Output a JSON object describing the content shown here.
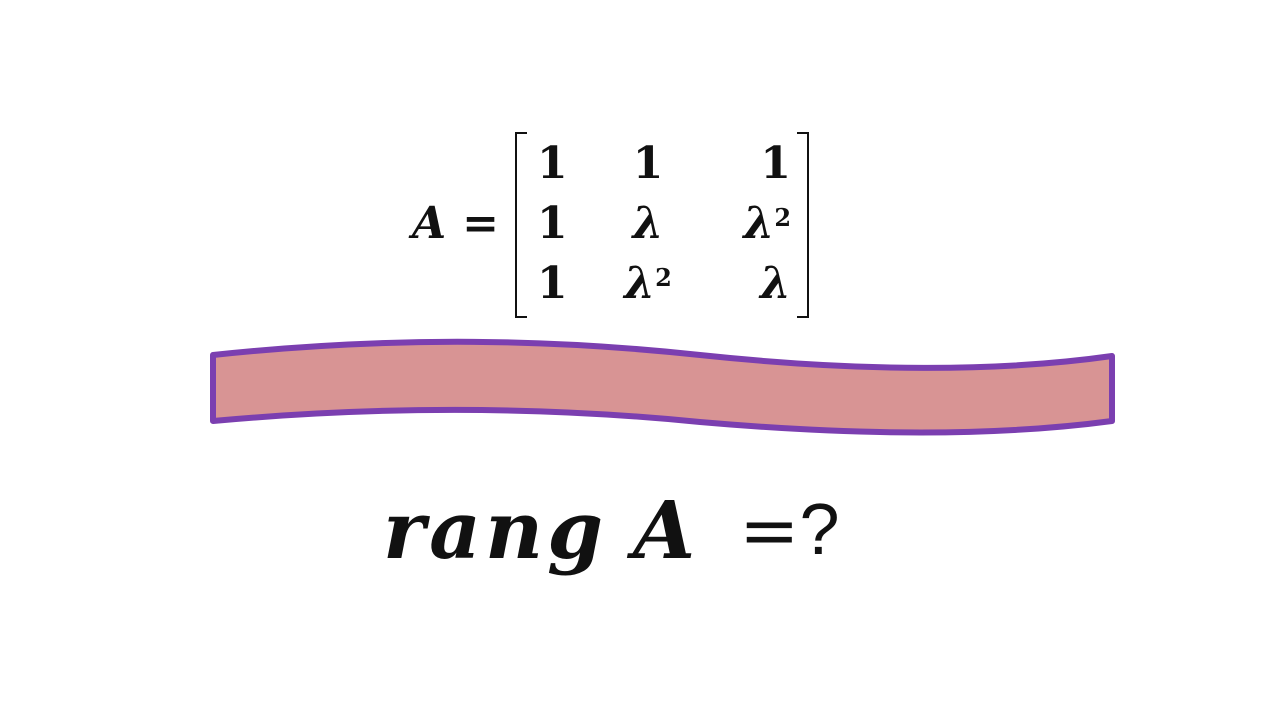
{
  "equation": {
    "lhs": "A",
    "eq": "=",
    "matrix": [
      [
        {
          "base": "1",
          "sup": ""
        },
        {
          "base": "1",
          "sup": ""
        },
        {
          "base": "1",
          "sup": ""
        }
      ],
      [
        {
          "base": "1",
          "sup": ""
        },
        {
          "base": "λ",
          "sup": ""
        },
        {
          "base": "λ",
          "sup": "2"
        }
      ],
      [
        {
          "base": "1",
          "sup": ""
        },
        {
          "base": "λ",
          "sup": "2"
        },
        {
          "base": "λ",
          "sup": ""
        }
      ]
    ]
  },
  "ribbon": {
    "fill": "#d89494",
    "stroke": "#7b3fb0"
  },
  "question": {
    "rang": "rang",
    "var": "A",
    "eq": "=",
    "mark": "?"
  }
}
